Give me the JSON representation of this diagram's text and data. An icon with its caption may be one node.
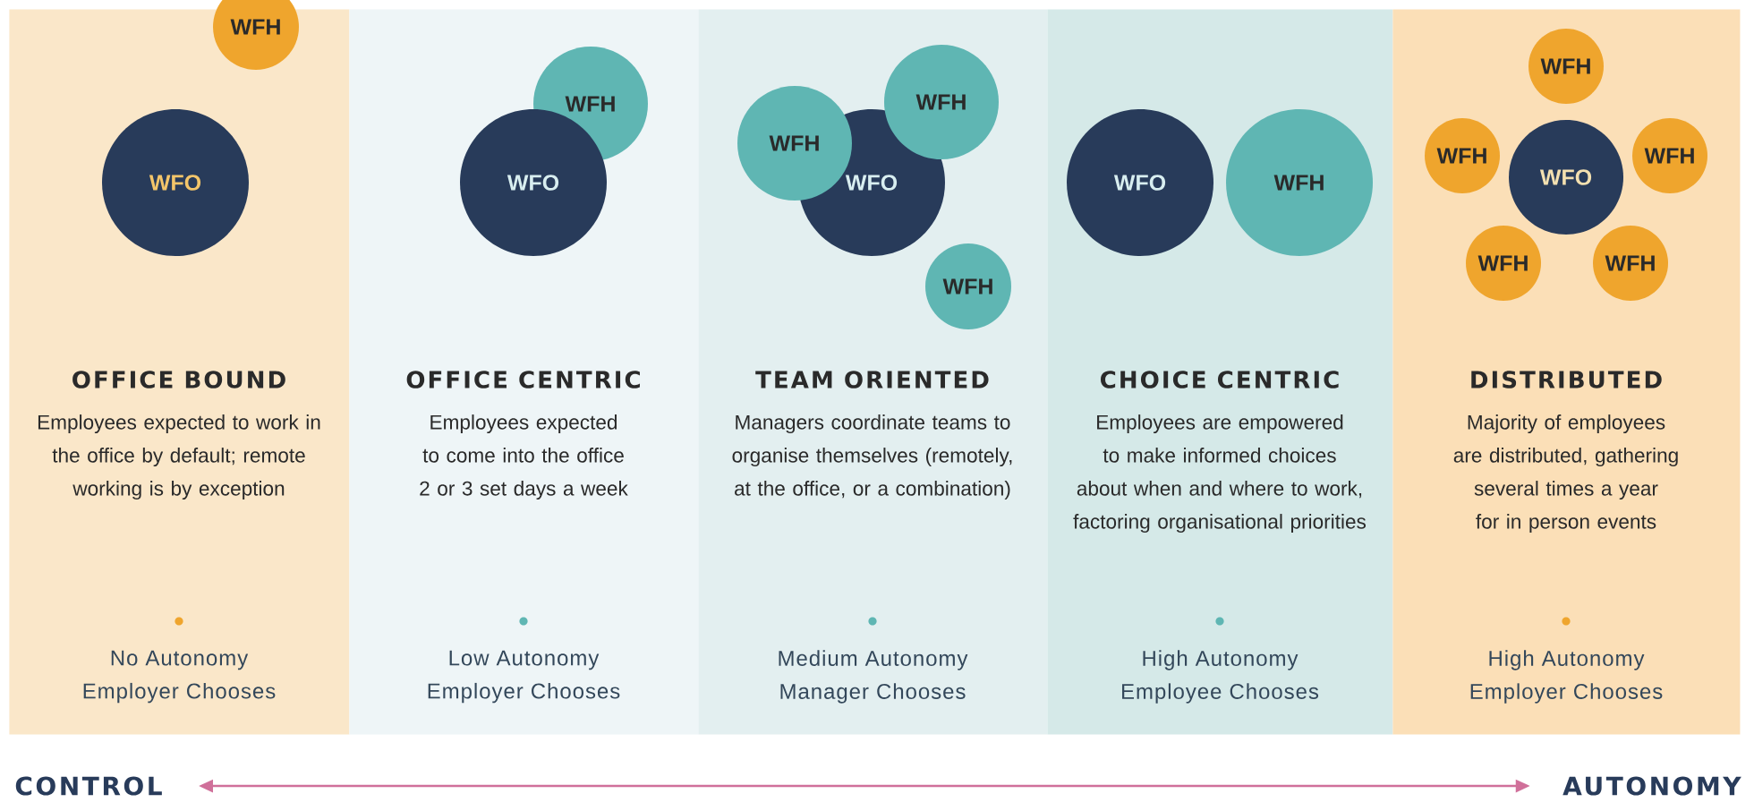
{
  "diagram": {
    "nodes": [
      {
        "text": [
          "OFFICE BOUND",
          "Employees expected to work in the office by default; remote working is by exception",
          "No Autonomy Employer Chooses"
        ]
      },
      {
        "text": [
          "WFH"
        ],
        "in": 0
      },
      {
        "text": [
          "WFO"
        ],
        "in": 0
      },
      {
        "text": [
          "OFFICE CENTRIC",
          "Employees expected to come into the office 2 or 3 set days a week",
          "Low Autonomy Employer Chooses"
        ]
      },
      {
        "text": [
          "WFH"
        ],
        "in": 3
      },
      {
        "text": [
          "WFO"
        ],
        "in": 3
      },
      {
        "text": [
          "TEAM ORIENTED",
          "Managers coordinate teams to organise themselves (remotely, at the office, or a combination)",
          "Medium Autonomy Manager Chooses"
        ]
      },
      {
        "text": [
          "WFH"
        ],
        "in": 6
      },
      {
        "text": [
          "WFH"
        ],
        "in": 6
      },
      {
        "text": [
          "WFO"
        ],
        "in": 6
      },
      {
        "text": [
          "WFH"
        ],
        "in": 6
      },
      {
        "text": [
          "CHOICE CENTRIC",
          "Employees are empowered to make informed choices about when and where to work, factoring organisational priorities",
          "High Autonomy Employee Chooses"
        ]
      },
      {
        "text": [
          "WFO"
        ],
        "in": 11
      },
      {
        "text": [
          "WFH"
        ],
        "in": 11
      },
      {
        "text": [
          "DISTRIBUTED",
          "Majority of employees are distributed, gathering several times a year for in person events",
          "High Autonomy Employer Chooses"
        ]
      },
      {
        "text": [
          "WFH"
        ],
        "in": 14
      },
      {
        "text": [
          "WFH"
        ],
        "in": 14
      },
      {
        "text": [
          "WFO"
        ],
        "in": 14
      },
      {
        "text": [
          "WFH"
        ],
        "in": 14
      },
      {
        "text": [
          "WFH"
        ],
        "in": 14
      },
      {
        "text": [
          "WFH"
        ],
        "in": 14
      },
      {
        "text": [
          "CONTROL"
        ]
      },
      {
        "text": [
          "AUTONOMY"
        ]
      }
    ],
    "edges": [
      {
        "from": 21,
        "to": 22,
        "arrow": "both",
        "color": "#d0709a"
      }
    ]
  }
}
